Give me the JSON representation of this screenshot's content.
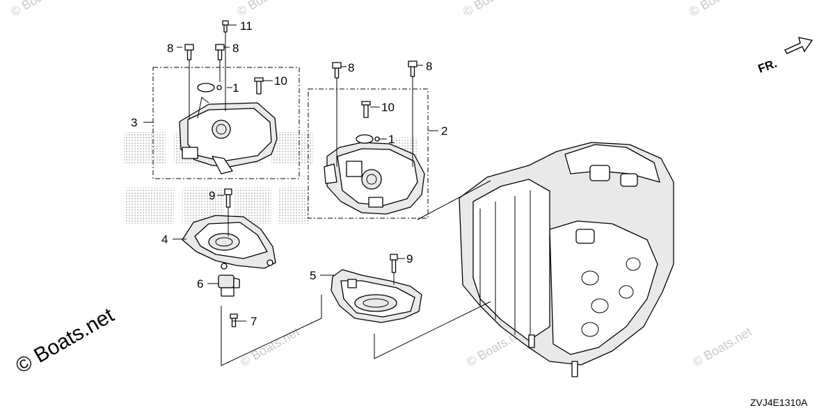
{
  "diagram": {
    "callouts": {
      "c1a": "1",
      "c1b": "1",
      "c2": "2",
      "c3": "3",
      "c4": "4",
      "c5": "5",
      "c6": "6",
      "c7": "7",
      "c8a": "8",
      "c8b": "8",
      "c8c": "8",
      "c8d": "8",
      "c9a": "9",
      "c9b": "9",
      "c10a": "10",
      "c10b": "10",
      "c11": "11"
    },
    "front_indicator": "FR.",
    "diagram_code": "ZVJ4E1310A",
    "watermark": "© Boats.net",
    "watermark_large": "© Boats.net"
  }
}
